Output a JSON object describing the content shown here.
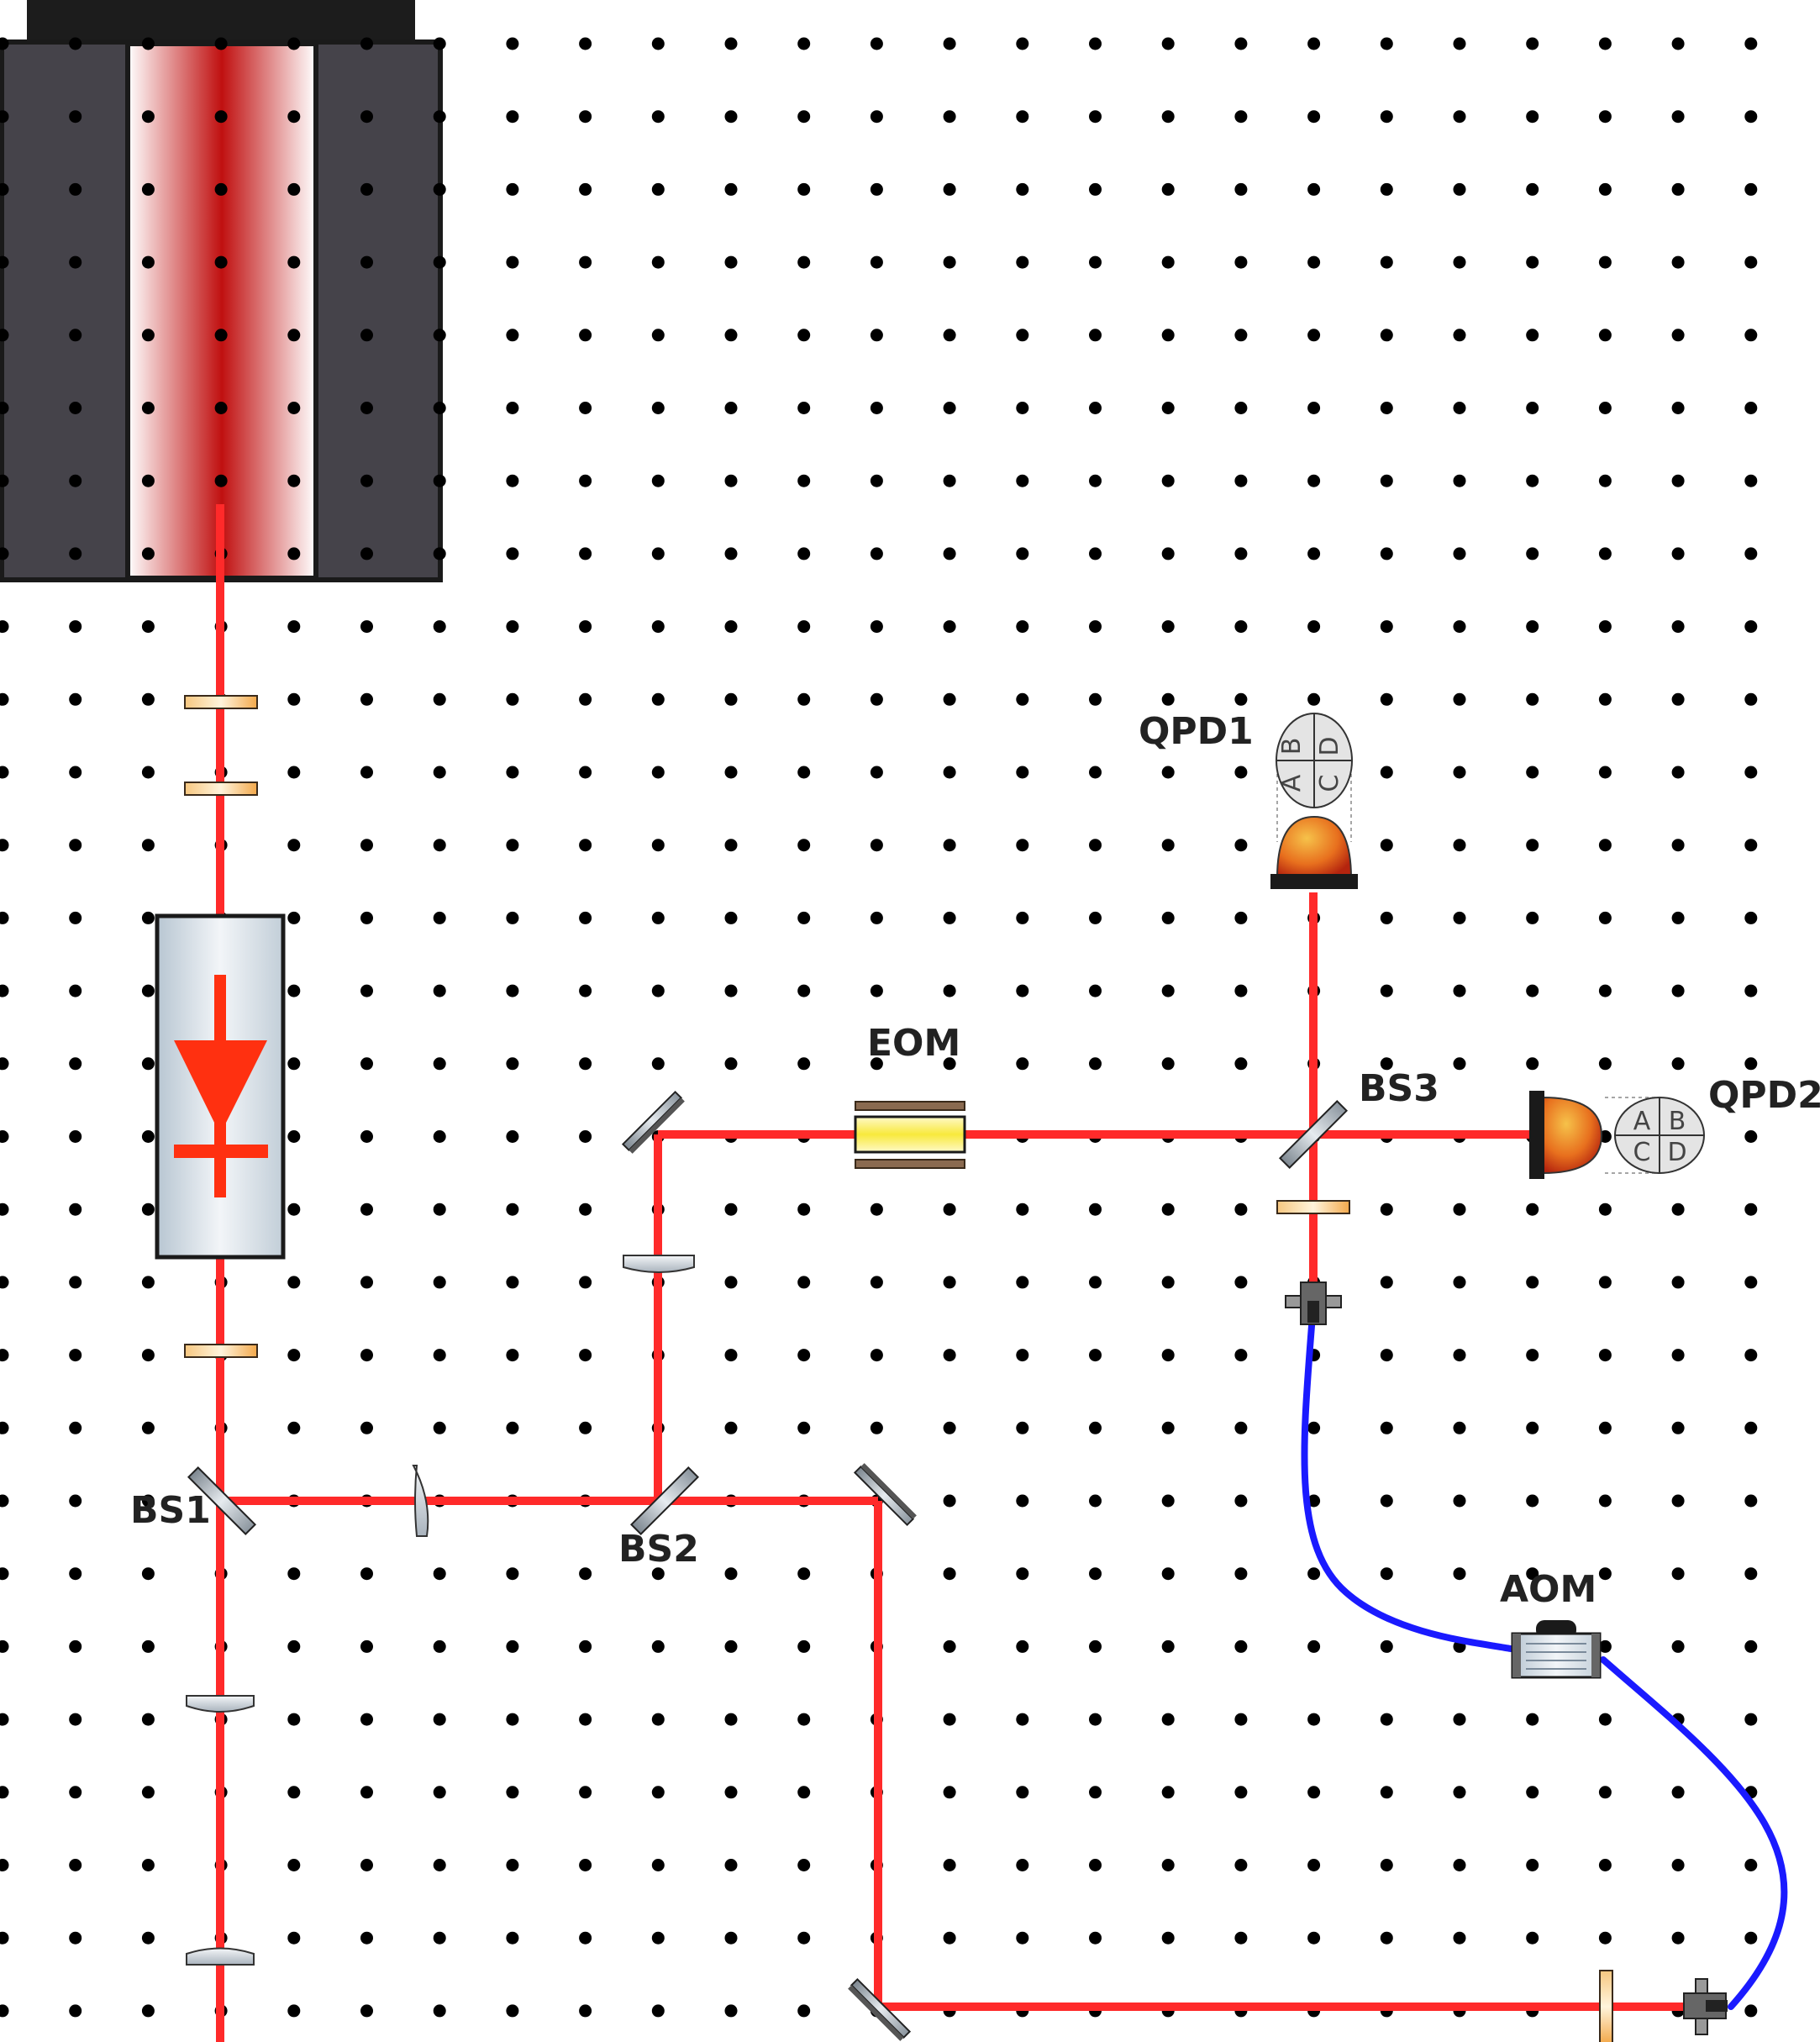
{
  "labels": {
    "qpd1": "QPD1",
    "qpd2": "QPD2",
    "eom": "EOM",
    "bs1": "BS1",
    "bs2": "BS2",
    "bs3": "BS3",
    "aom": "AOM"
  },
  "quadrant_segments": [
    "A",
    "B",
    "C",
    "D"
  ],
  "colors": {
    "beam": "#ff2a2a",
    "fiber": "#1a1aff",
    "laser_housing": "#45434a",
    "laser_cap": "#1c1c1c",
    "breadboard_hole": "#000000",
    "waveplate": "#f3b15c",
    "optic_glass": "#c4ccd4",
    "detector": "#e8601a",
    "eom_crystal": "#f6ee7a"
  },
  "icons": {
    "laser": "laser-source-icon",
    "isolator": "optical-isolator-icon",
    "detector": "quadrant-photodiode-icon",
    "fiber_coupler": "fiber-coupler-icon"
  }
}
